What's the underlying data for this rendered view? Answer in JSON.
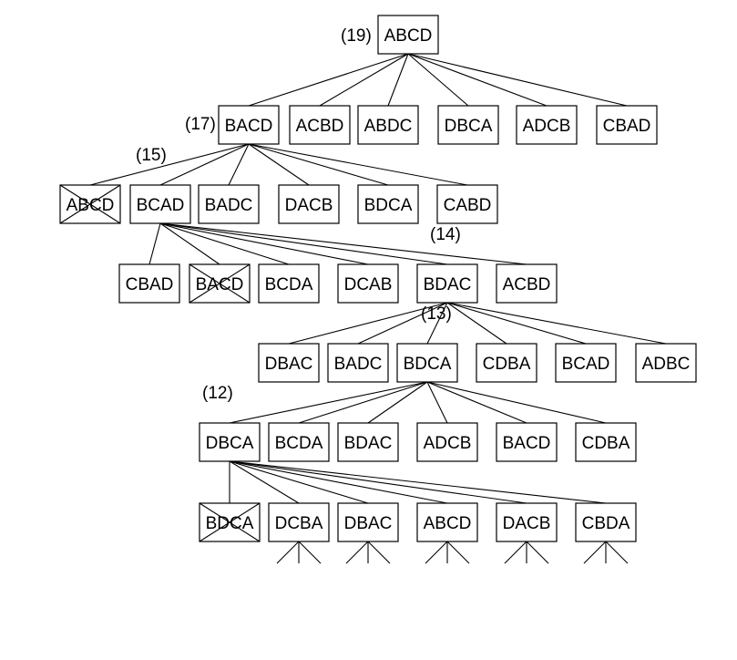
{
  "levels": [
    {
      "nodes": [
        {
          "label": "ABCD",
          "cost": "(19)",
          "pruned": false
        }
      ]
    },
    {
      "nodes": [
        {
          "label": "BACD",
          "cost": "(17)",
          "pruned": false
        },
        {
          "label": "ACBD",
          "pruned": false
        },
        {
          "label": "ABDC",
          "pruned": false
        },
        {
          "label": "DBCA",
          "pruned": false
        },
        {
          "label": "ADCB",
          "pruned": false
        },
        {
          "label": "CBAD",
          "pruned": false
        }
      ]
    },
    {
      "nodes": [
        {
          "label": "ABCD",
          "pruned": true
        },
        {
          "label": "BCAD",
          "cost": "(15)",
          "pruned": false
        },
        {
          "label": "BADC",
          "pruned": false
        },
        {
          "label": "DACB",
          "pruned": false
        },
        {
          "label": "BDCA",
          "pruned": false
        },
        {
          "label": "CABD",
          "pruned": false
        }
      ]
    },
    {
      "nodes": [
        {
          "label": "CBAD",
          "pruned": false
        },
        {
          "label": "BACD",
          "pruned": true
        },
        {
          "label": "BCDA",
          "pruned": false
        },
        {
          "label": "DCAB",
          "pruned": false
        },
        {
          "label": "BDAC",
          "cost": "(14)",
          "pruned": false
        },
        {
          "label": "ACBD",
          "pruned": false
        }
      ]
    },
    {
      "nodes": [
        {
          "label": "DBAC",
          "pruned": false
        },
        {
          "label": "BADC",
          "pruned": false
        },
        {
          "label": "BDCA",
          "cost": "(13)",
          "pruned": false
        },
        {
          "label": "CDBA",
          "pruned": false
        },
        {
          "label": "BCAD",
          "pruned": false
        },
        {
          "label": "ADBC",
          "pruned": false
        }
      ]
    },
    {
      "nodes": [
        {
          "label": "DBCA",
          "cost": "(12)",
          "pruned": false
        },
        {
          "label": "BCDA",
          "pruned": false
        },
        {
          "label": "BDAC",
          "pruned": false
        },
        {
          "label": "ADCB",
          "pruned": false
        },
        {
          "label": "BACD",
          "pruned": false
        },
        {
          "label": "CDBA",
          "pruned": false
        }
      ]
    },
    {
      "nodes": [
        {
          "label": "BDCA",
          "pruned": true
        },
        {
          "label": "DCBA",
          "pruned": false
        },
        {
          "label": "DBAC",
          "pruned": false
        },
        {
          "label": "ABCD",
          "pruned": false
        },
        {
          "label": "DACB",
          "pruned": false
        },
        {
          "label": "CBDA",
          "pruned": false
        }
      ]
    }
  ]
}
